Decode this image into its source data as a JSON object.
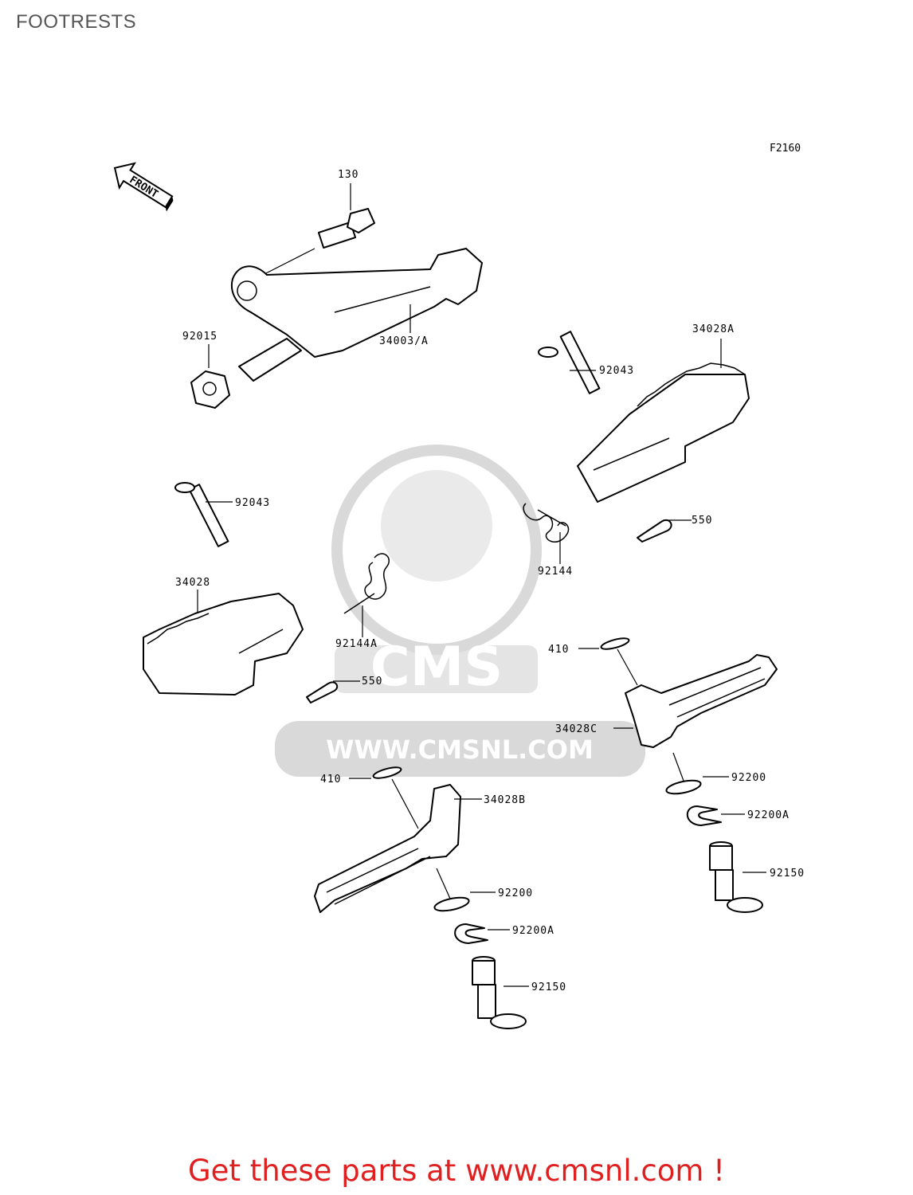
{
  "title": "FOOTRESTS",
  "figure_ref": "F2160",
  "front_arrow_label": "FRONT",
  "watermark": {
    "logo_text": "CMS",
    "url_text": "WWW.CMSNL.COM"
  },
  "callouts": [
    {
      "id": "c130",
      "label": "130"
    },
    {
      "id": "c34003A",
      "label": "34003/A"
    },
    {
      "id": "c92015",
      "label": "92015"
    },
    {
      "id": "c34028A",
      "label": "34028A"
    },
    {
      "id": "c92043_top",
      "label": "92043"
    },
    {
      "id": "c92043_left",
      "label": "92043"
    },
    {
      "id": "c550_right",
      "label": "550"
    },
    {
      "id": "c92144",
      "label": "92144"
    },
    {
      "id": "c34028",
      "label": "34028"
    },
    {
      "id": "c92144A",
      "label": "92144A"
    },
    {
      "id": "c550_left",
      "label": "550"
    },
    {
      "id": "c410_right",
      "label": "410"
    },
    {
      "id": "c34028C",
      "label": "34028C"
    },
    {
      "id": "c410_left",
      "label": "410"
    },
    {
      "id": "c92200_right",
      "label": "92200"
    },
    {
      "id": "c34028B",
      "label": "34028B"
    },
    {
      "id": "c92200A_right",
      "label": "92200A"
    },
    {
      "id": "c92150_right",
      "label": "92150"
    },
    {
      "id": "c92200_left",
      "label": "92200"
    },
    {
      "id": "c92200A_left",
      "label": "92200A"
    },
    {
      "id": "c92150_left",
      "label": "92150"
    }
  ],
  "footer": "Get these parts at www.cmsnl.com !",
  "colors": {
    "footer_text": "#e02020",
    "watermark": "#d9d9d9",
    "line": "#000000"
  }
}
